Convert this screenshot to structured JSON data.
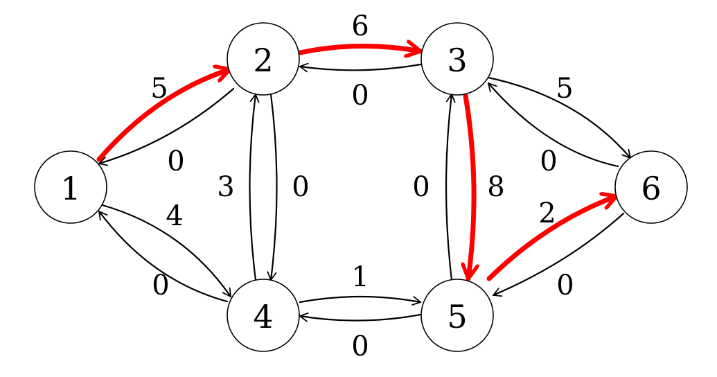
{
  "colors": {
    "normal_edge": "#000000",
    "highlight_edge": "#ff0000",
    "node_fill": "#ffffff",
    "node_stroke": "#000000"
  },
  "nodes": [
    {
      "id": "1",
      "label": "1"
    },
    {
      "id": "2",
      "label": "2"
    },
    {
      "id": "3",
      "label": "3"
    },
    {
      "id": "4",
      "label": "4"
    },
    {
      "id": "5",
      "label": "5"
    },
    {
      "id": "6",
      "label": "6"
    }
  ],
  "edges": [
    {
      "from": "1",
      "to": "2",
      "label": "5",
      "highlighted": true
    },
    {
      "from": "2",
      "to": "1",
      "label": "0",
      "highlighted": false
    },
    {
      "from": "1",
      "to": "4",
      "label": "4",
      "highlighted": false
    },
    {
      "from": "4",
      "to": "1",
      "label": "0",
      "highlighted": false
    },
    {
      "from": "2",
      "to": "3",
      "label": "6",
      "highlighted": true
    },
    {
      "from": "3",
      "to": "2",
      "label": "0",
      "highlighted": false
    },
    {
      "from": "4",
      "to": "2",
      "label": "3",
      "highlighted": false
    },
    {
      "from": "2",
      "to": "4",
      "label": "0",
      "highlighted": false
    },
    {
      "from": "4",
      "to": "5",
      "label": "1",
      "highlighted": false
    },
    {
      "from": "5",
      "to": "4",
      "label": "0",
      "highlighted": false
    },
    {
      "from": "5",
      "to": "3",
      "label": "0",
      "highlighted": false
    },
    {
      "from": "3",
      "to": "5",
      "label": "8",
      "highlighted": true
    },
    {
      "from": "3",
      "to": "6",
      "label": "5",
      "highlighted": false
    },
    {
      "from": "6",
      "to": "3",
      "label": "0",
      "highlighted": false
    },
    {
      "from": "5",
      "to": "6",
      "label": "2",
      "highlighted": true
    },
    {
      "from": "6",
      "to": "5",
      "label": "0",
      "highlighted": false
    }
  ]
}
